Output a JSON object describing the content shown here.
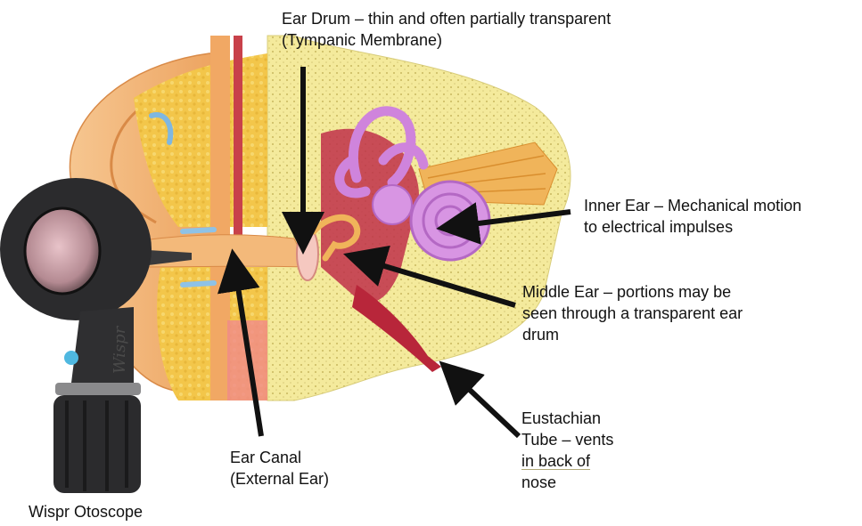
{
  "labels": {
    "ear_drum": [
      "Ear Drum – thin and often partially transparent",
      "(Tympanic Membrane)"
    ],
    "inner_ear": [
      "Inner Ear – Mechanical motion",
      "to electrical impulses"
    ],
    "middle_ear": [
      "Middle Ear – portions may be",
      "seen through a transparent ear",
      "drum"
    ],
    "eustachian_tube": [
      "Eustachian",
      "Tube – vents",
      "in back of",
      "nose"
    ],
    "ear_canal": [
      "Ear Canal",
      "(External Ear)"
    ],
    "otoscope": "Wispr Otoscope"
  },
  "brand_text": "Wispr",
  "colors": {
    "skin": "#f2b06c",
    "skin_light": "#f7cd96",
    "bone": "#f4ea9c",
    "fat": "#f2c94c",
    "membrane": "#b8263a",
    "cochlea": "#cf84dc",
    "nerve": "#f0b45a",
    "otoscope": "#2b2b2d",
    "arrow": "#111111"
  }
}
